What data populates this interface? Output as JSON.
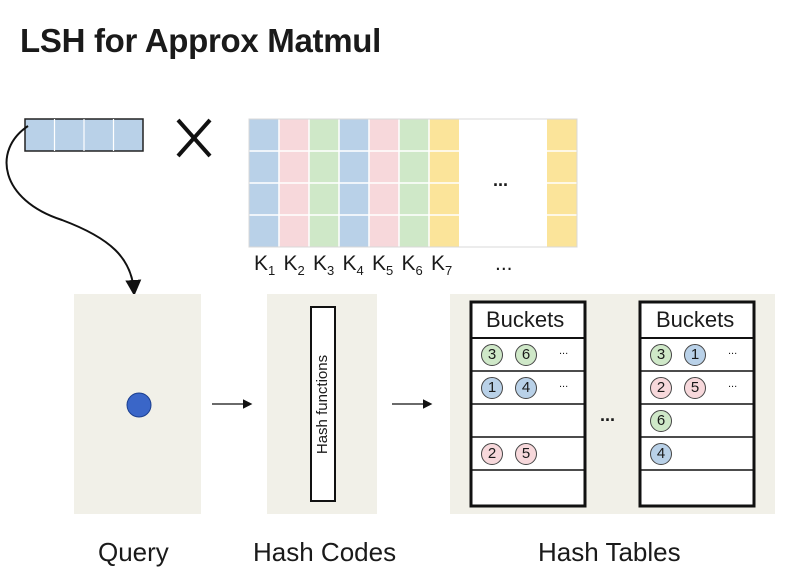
{
  "title": "LSH for Approx Matmul",
  "operator": "×",
  "matrix_ellipsis": "...",
  "keys": [
    {
      "base": "K",
      "sub": "1"
    },
    {
      "base": "K",
      "sub": "2"
    },
    {
      "base": "K",
      "sub": "3"
    },
    {
      "base": "K",
      "sub": "4"
    },
    {
      "base": "K",
      "sub": "5"
    },
    {
      "base": "K",
      "sub": "6"
    },
    {
      "base": "K",
      "sub": "7"
    }
  ],
  "keys_ellipsis": "...",
  "colors": {
    "blue": "#b9d1e8",
    "pink": "#f7d8db",
    "green": "#cfe8c8",
    "yellow": "#fbe49a",
    "panel": "#f1f0e8",
    "query_dot": "#3a66c8"
  },
  "hash_box_label": "Hash functions",
  "bucket_header": "Buckets",
  "tables_ellipsis": "...",
  "tables": [
    {
      "rows": [
        [
          "3",
          "6"
        ],
        [
          "1",
          "4"
        ],
        [],
        [
          "2",
          "5"
        ],
        []
      ],
      "more": [
        true,
        true,
        false,
        false,
        false
      ]
    },
    {
      "rows": [
        [
          "3",
          "1"
        ],
        [
          "2",
          "5"
        ],
        [
          "6"
        ],
        [
          "4"
        ],
        []
      ],
      "more": [
        true,
        true,
        false,
        false,
        false
      ]
    }
  ],
  "captions": {
    "query": "Query",
    "hash_codes": "Hash Codes",
    "hash_tables": "Hash Tables"
  }
}
